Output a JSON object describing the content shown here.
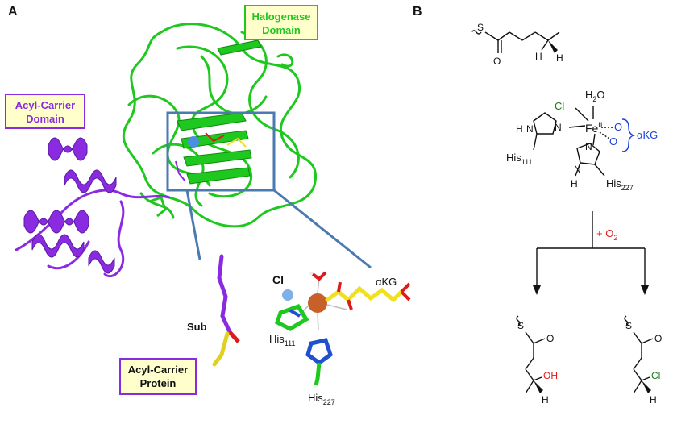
{
  "panel_a": {
    "letter": "A",
    "halogenase_line1": "Halogenase",
    "halogenase_line2": "Domain",
    "acyl_carrier_line1": "Acyl-Carrier",
    "acyl_carrier_line2": "Domain",
    "acp_line1": "Acyl-Carrier",
    "acp_line2": "Protein",
    "sub_label": "Sub",
    "cl_label": "Cl",
    "akg_label": "αKG",
    "his111_base": "His",
    "his111_sub": "111",
    "his227_base": "His",
    "his227_sub": "227"
  },
  "panel_b": {
    "letter": "B",
    "s_label": "S",
    "o_label": "O",
    "h_label": "H",
    "h2o_base": "H",
    "h2o_sub": "2",
    "h2o_end": "O",
    "cl_label": "Cl",
    "fe_label": "Fe",
    "fe_sup": "II",
    "n_label": "N",
    "akg_label": "αKG",
    "his111_base": "His",
    "his111_sub": "111",
    "his227_base": "His",
    "his227_sub": "227",
    "o2_plus": "+ O",
    "o2_sub": "2",
    "oh_label": "OH",
    "cl_product": "Cl"
  },
  "colors": {
    "green": "#1ec81e",
    "purple": "#8a2be2",
    "steel": "#4a7ab0",
    "blue_text": "#1a3fd6",
    "red_text": "#e01a1a",
    "dark_green_text": "#1a7a1a",
    "box_fill": "#ffffcc",
    "yellow": "#f0e020",
    "orange": "#c8602a"
  }
}
